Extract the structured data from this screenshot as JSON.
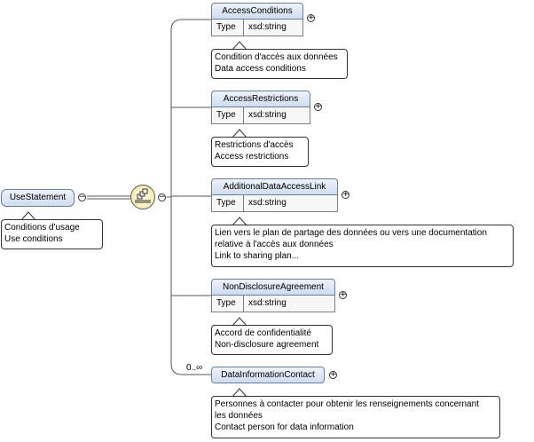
{
  "root": {
    "name": "UseStatement",
    "doc": [
      "Conditions d'usage",
      "Use conditions"
    ]
  },
  "type_key": "Type",
  "children": [
    {
      "name": "AccessConditions",
      "type": "xsd:string",
      "doc": [
        "Condition d'accès aux données",
        "Data access conditions"
      ]
    },
    {
      "name": "AccessRestrictions",
      "type": "xsd:string",
      "doc": [
        "Restrictions d'accès",
        "Access restrictions"
      ]
    },
    {
      "name": "AdditionalDataAccessLink",
      "type": "xsd:string",
      "doc": [
        "Lien vers le plan de partage des données ou vers une documentation",
        "relative à l'accès aux données",
        "Link to sharing plan..."
      ]
    },
    {
      "name": "NonDisclosureAgreement",
      "type": "xsd:string",
      "doc": [
        "Accord de confidentialité",
        "Non-disclosure agreement"
      ]
    },
    {
      "name": "DataInformationContact",
      "multiplicity": "0..∞",
      "doc": [
        "Personnes à contacter pour obtenir les renseignements concernant",
        "les données",
        "Contact person for data information"
      ]
    }
  ],
  "icons": {
    "expand": "plus-icon",
    "collapse": "minus-icon",
    "sequence": "sequence-compositor-icon"
  }
}
